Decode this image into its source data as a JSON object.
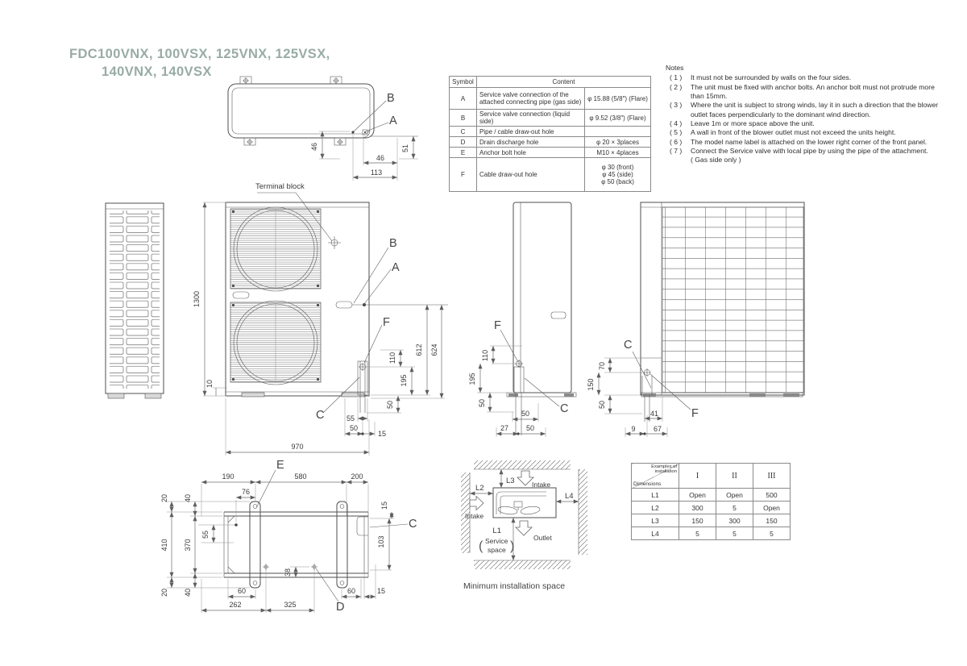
{
  "title": {
    "line1": "FDC100VNX, 100VSX, 125VNX, 125VSX,",
    "line2": "140VNX, 140VSX",
    "color": "#99aba6"
  },
  "symbol_table": {
    "h_symbol": "Symbol",
    "h_content": "Content",
    "rows": [
      {
        "s": "A",
        "c": "Service valve connection of the attached connecting pipe (gas side)",
        "spec": "φ 15.88  (5/8″)    (Flare)"
      },
      {
        "s": "B",
        "c": "Service valve connection (liquid side)",
        "spec": "φ 9.52  (3/8″)    (Flare)"
      },
      {
        "s": "C",
        "c": "Pipe / cable draw-out hole",
        "spec": ""
      },
      {
        "s": "D",
        "c": "Drain discharge hole",
        "spec": "φ 20 × 3places"
      },
      {
        "s": "E",
        "c": "Anchor bolt hole",
        "spec": "M10 × 4places"
      },
      {
        "s": "F",
        "c": "Cable draw-out hole",
        "spec": "φ 30  (front)\nφ 45  (side)\nφ 50  (back)"
      }
    ]
  },
  "notes": {
    "heading": "Notes",
    "items": [
      {
        "n": "( 1 )",
        "t": "It must not be surrounded by walls on the four sides."
      },
      {
        "n": "( 2 )",
        "t": "The unit must be fixed with anchor bolts. An anchor bolt must not protrude more than 15mm."
      },
      {
        "n": "( 3 )",
        "t": "Where the unit is subject to strong winds, lay it in such a direction that the blower outlet faces perpendicularly to the dominant wind direction."
      },
      {
        "n": "( 4 )",
        "t": "Leave 1m or more space above the unit."
      },
      {
        "n": "( 5 )",
        "t": "A wall in front of the blower outlet must not exceed the units height."
      },
      {
        "n": "( 6 )",
        "t": "The model name label is attached on the lower right corner of the front panel."
      },
      {
        "n": "( 7 )",
        "t": "Connect the Service valve with local pipe by using the pipe of the attachment.\n( Gas side only )"
      }
    ]
  },
  "install_table": {
    "corner_top": "Examples of installation",
    "corner_bottom": "Dimensions",
    "cols": [
      "I",
      "II",
      "III"
    ],
    "rows": [
      {
        "dim": "L1",
        "v": [
          "Open",
          "Open",
          "500"
        ]
      },
      {
        "dim": "L2",
        "v": [
          "300",
          "5",
          "Open"
        ]
      },
      {
        "dim": "L3",
        "v": [
          "150",
          "300",
          "150"
        ]
      },
      {
        "dim": "L4",
        "v": [
          "5",
          "5",
          "5"
        ]
      }
    ]
  },
  "min_space": {
    "l1": "L1",
    "l2": "L2",
    "l3": "L3",
    "l4": "L4",
    "intake_top": "Intake",
    "intake_left": "Intake",
    "outlet": "Outlet",
    "service_open": "(",
    "service_line1": "Service",
    "service_line2": "space",
    "service_close": ")",
    "caption": "Minimum installation space"
  },
  "labels": {
    "terminal_block": "Terminal block",
    "tv_b": "B",
    "tv_a": "A",
    "fv_b": "B",
    "fv_a": "A",
    "fv_f": "F",
    "fv_c": "C",
    "sv_f": "F",
    "sv_c": "C",
    "bv_c": "C",
    "bv_f": "F",
    "bo_e": "E",
    "bo_c": "C",
    "bo_d": "D"
  },
  "dims": {
    "tv_46v": "46",
    "tv_51": "51",
    "tv_46h": "46",
    "tv_113": "113",
    "fv_1300": "1300",
    "fv_10": "10",
    "fv_970": "970",
    "fv_612": "612",
    "fv_624": "624",
    "fv_110": "110",
    "fv_195": "195",
    "fv_50": "50",
    "fv_55": "55",
    "fv_50b": "50",
    "fv_15": "15",
    "sv_110": "110",
    "sv_195": "195",
    "sv_50": "50",
    "sv_50t": "50",
    "sv_27": "27",
    "sv_50b": "50",
    "bv_70": "70",
    "bv_150": "150",
    "bv_50": "50",
    "bv_41": "41",
    "bv_9": "9",
    "bv_67": "67",
    "bo_190": "190",
    "bo_580": "580",
    "bo_200": "200",
    "bo_76": "76",
    "bo_20t": "20",
    "bo_40t": "40",
    "bo_410": "410",
    "bo_370": "370",
    "bo_55": "55",
    "bo_20b": "20",
    "bo_40b": "40",
    "bo_60": "60",
    "bo_262": "262",
    "bo_325": "325",
    "bo_38": "38",
    "bo_60r": "60",
    "bo_15r": "15",
    "bo_15t": "15",
    "bo_103": "103"
  }
}
